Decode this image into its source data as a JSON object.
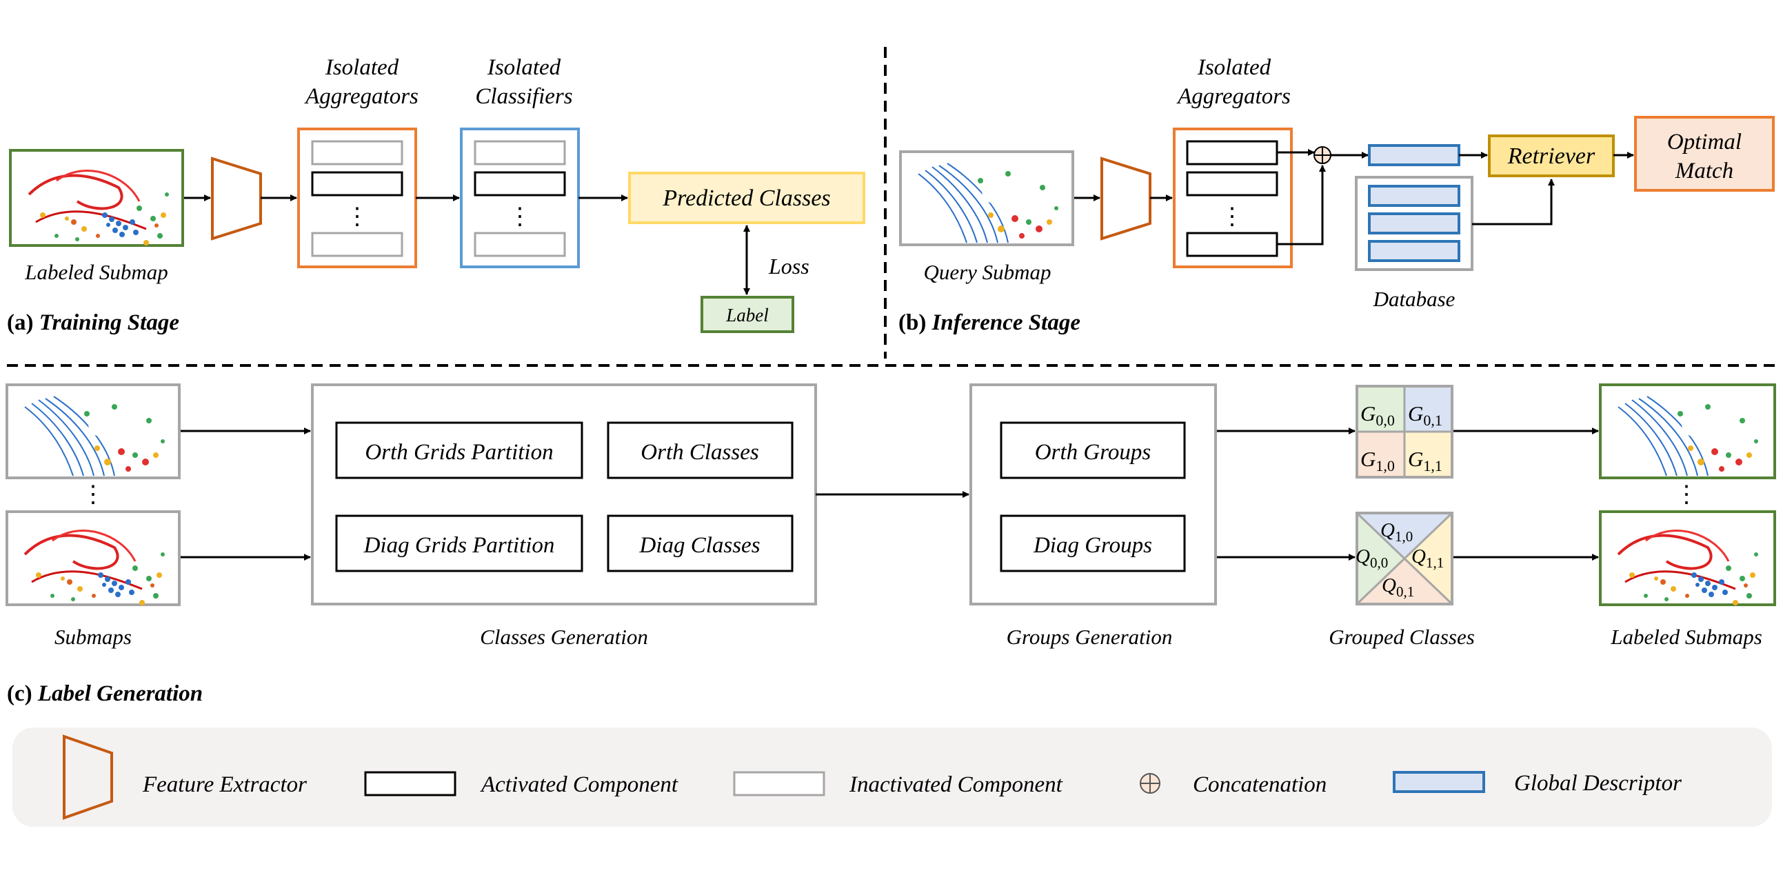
{
  "training": {
    "aggregators_title": [
      "Isolated",
      "Aggregators"
    ],
    "classifiers_title": [
      "Isolated",
      "Classifiers"
    ],
    "labeled_submap": "Labeled Submap",
    "predicted_classes": "Predicted Classes",
    "loss": "Loss",
    "label": "Label",
    "stage_prefix": "(a)",
    "stage_name": "Training Stage"
  },
  "inference": {
    "aggregators_title": [
      "Isolated",
      "Aggregators"
    ],
    "query_submap": "Query Submap",
    "database": "Database",
    "retriever": "Retriever",
    "optimal_match": [
      "Optimal",
      "Match"
    ],
    "stage_prefix": "(b)",
    "stage_name": "Inference Stage"
  },
  "label_generation": {
    "submaps": "Submaps",
    "orth_grids_partition": "Orth Grids Partition",
    "orth_classes": "Orth Classes",
    "diag_grids_partition": "Diag Grids Partition",
    "diag_classes": "Diag Classes",
    "classes_generation": "Classes Generation",
    "orth_groups": "Orth Groups",
    "diag_groups": "Diag Groups",
    "groups_generation": "Groups Generation",
    "grouped_classes": "Grouped Classes",
    "labeled_submaps": "Labeled Submaps",
    "g_cells": [
      {
        "base": "G",
        "sub": "0,0"
      },
      {
        "base": "G",
        "sub": "0,1"
      },
      {
        "base": "G",
        "sub": "1,0"
      },
      {
        "base": "G",
        "sub": "1,1"
      }
    ],
    "q_cells": [
      {
        "base": "Q",
        "sub": "1,0"
      },
      {
        "base": "Q",
        "sub": "0,0"
      },
      {
        "base": "Q",
        "sub": "1,1"
      },
      {
        "base": "Q",
        "sub": "0,1"
      }
    ],
    "stage_prefix": "(c)",
    "stage_name": "Label Generation"
  },
  "legend": {
    "feature_extractor": "Feature Extractor",
    "activated_component": "Activated Component",
    "inactivated_component": "Inactivated Component",
    "concatenation": "Concatenation",
    "global_descriptor": "Global Descriptor"
  },
  "colors": {
    "orange_border": "#ed7d31",
    "blue_border": "#5b9bd5",
    "green_border": "#548235",
    "gray_border": "#a6a6a6",
    "extractor": "#c55a11",
    "predicted_fill": "#fff2cc",
    "predicted_border": "#ffd966",
    "retriever_fill": "#ffe699",
    "retriever_border": "#bf9000",
    "optimal_fill": "#fbe5d6",
    "descriptor_fill": "#dae3f3",
    "descriptor_border": "#2e75b6",
    "label_fill": "#e2efda",
    "legend_bg": "#f4f1f1",
    "cell_green": "#e2efda",
    "cell_blue": "#dae3f3",
    "cell_orange": "#fbe5d6",
    "cell_yellow": "#fff2cc"
  }
}
